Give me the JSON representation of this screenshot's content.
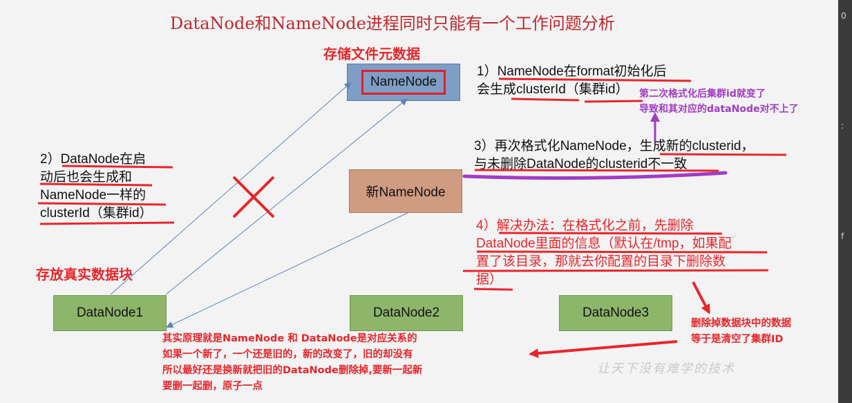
{
  "title": "DataNode和NameNode进程同时只能有一个工作问题分析",
  "storage_meta_label": "存储文件元数据",
  "storage_block_label": "存放真实数据块",
  "nodes": {
    "namenode": "NameNode",
    "new_namenode": "新NameNode",
    "datanode1": "DataNode1",
    "datanode2": "DataNode2",
    "datanode3": "DataNode3"
  },
  "note1": {
    "line1": "1）NameNode在format初始化后",
    "line2": "会生成clusterId（集群id）"
  },
  "note_purple": {
    "line1": "第二次格式化后集群id就变了",
    "line2": "导致和其对应的dataNode对不上了"
  },
  "note2": {
    "line1": "2）DataNode在启",
    "line2": "动后也会生成和",
    "line3": "NameNode一样的",
    "line4": "clusterId（集群id）"
  },
  "note3": {
    "line1": "3）再次格式化NameNode，生成新的clusterid，",
    "line2": "与未删除DataNode的clusterid不一致"
  },
  "note4": {
    "line1": "4）解决办法：在格式化之前，先删除",
    "line2": "DataNode里面的信息（默认在/tmp，如果配",
    "line3": "置了该目录，那就去你配置的目录下删除数",
    "line4": "据）"
  },
  "bottom_note": {
    "line1": "其实原理就是NameNode 和 DataNode是对应关系的",
    "line2": "如果一个新了，一个还是旧的，新的改变了，旧的却没有",
    "line3": "所以最好还是换新就把旧的DataNode删除掉,要新一起新",
    "line4": "要删一起删，原子一点"
  },
  "right_note": {
    "line1": "删除掉数据块中的数据",
    "line2": "等于是清空了集群ID"
  },
  "watermark": "让天下没有难学的技术",
  "colors": {
    "title": "#c0282d",
    "accent_red": "#e8262b",
    "purple": "#a13cc4",
    "namenode_fill": "#7f9ec6",
    "new_namenode_fill": "#cf9b81",
    "datanode_fill": "#8db66b",
    "arrow_blue": "#5b83b5"
  }
}
